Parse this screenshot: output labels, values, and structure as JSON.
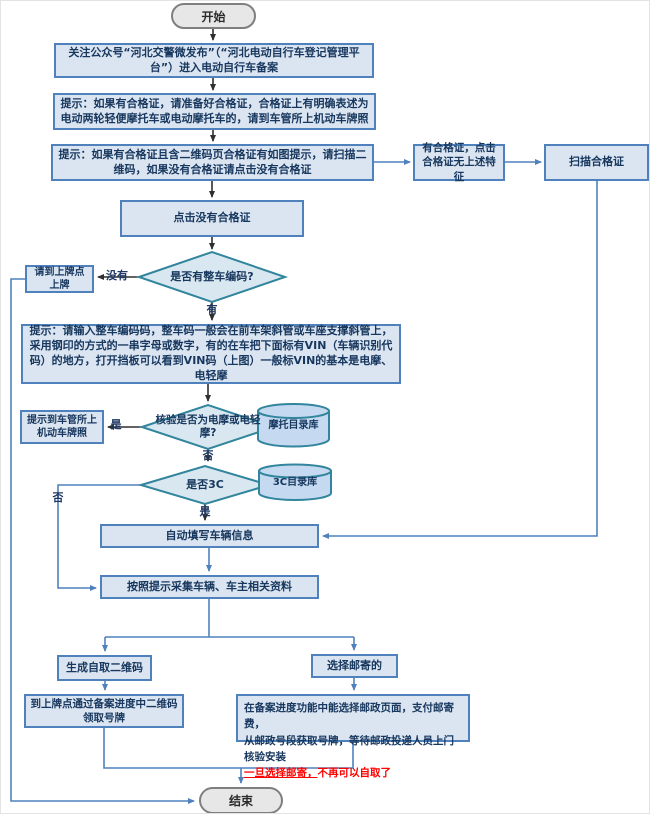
{
  "flowchart": {
    "start_label": "开始",
    "end_label": "结束",
    "nodes": {
      "follow_account": "关注公众号“河北交警微发布”（“河北电动自行车登记管理平台”）进入电动自行车备案",
      "tip_has_cert": "提示：如果有合格证，请准备好合格证，合格证上有明确表述为电动两轮轻便摩托车或电动摩托车的，请到车管所上机动车牌照",
      "tip_qr_cert": "提示：如果有合格证且含二维码页合格证有如图提示，请扫描二维码，如果没有合格证请点击没有合格证",
      "has_cert_no_feature": "有合格证，点击合格证无上述特征",
      "scan_cert": "扫描合格证",
      "click_no_cert": "点击没有合格证",
      "go_plate_point": "请到上牌点上牌",
      "decision_vehicle_code": "是否有整车编码?",
      "tip_input_code": "提示：请输入整车编码码，整车码一般会在前车架斜管或车座支撑斜管上，采用钢印的方式的一串字母或数字，有的在车把下面标有VIN（车辆识别代码）的地方，打开挡板可以看到VIN码（上图）一般标VIN的基本是电摩、电轻摩",
      "decision_moto": "核验是否为电摩或电轻摩?",
      "db_moto": "摩托目录库",
      "tip_dmv": "提示到车管所上机动车牌照",
      "decision_3c": "是否3C",
      "db_3c": "3C目录库",
      "auto_fill": "自动填写车辆信息",
      "collect_info": "按照提示采集车辆、车主相关资料",
      "gen_qr": "生成自取二维码",
      "choose_mail": "选择邮寄的",
      "pickup_plate": "到上牌点通过备案进度中二维码领取号牌",
      "mail_detail_line1": "在备案进度功能中能选择邮政页面，支付邮寄费，",
      "mail_detail_line2": "从邮政号段获取号牌，等待邮政投递人员上门核验安装",
      "mail_detail_line3a": "一旦选择邮寄，",
      "mail_detail_line3b": "不再可以自取了"
    },
    "edge_labels": {
      "no_have": "没有",
      "have": "有",
      "yes_moto": "是",
      "no_moto": "否",
      "no_3c": "否",
      "yes_3c": "是"
    },
    "colors": {
      "box_fill": "#dbe5f1",
      "box_border": "#4f81bd",
      "decision_fill": "#d9e8f0",
      "decision_border": "#31859c",
      "db_fill": "#c5d9f1",
      "terminal_fill": "#e7e7e7",
      "terminal_border": "#7f7f7f",
      "text": "#17375e",
      "warning_text": "#ff0000",
      "connector_blue": "#4f81bd",
      "connector_dark": "#2f2f2f"
    }
  }
}
